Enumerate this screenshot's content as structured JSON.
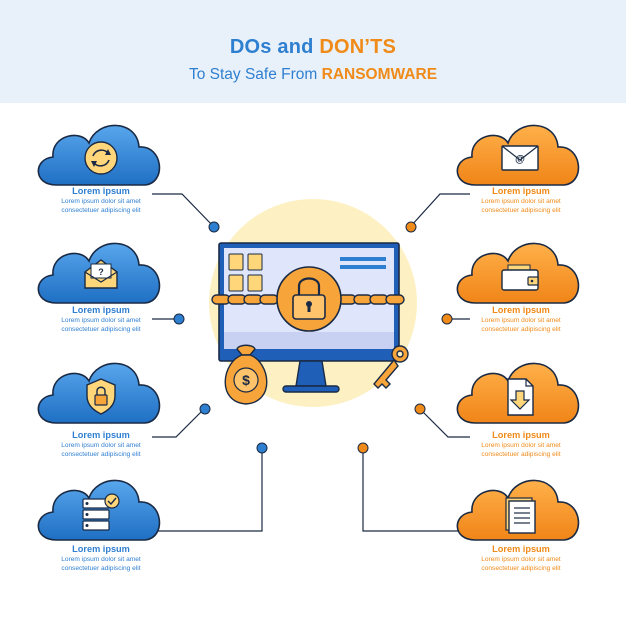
{
  "title": {
    "part1": "DOs",
    "part2": "and",
    "part3": "DON’TS"
  },
  "subtitle": {
    "lead": "To Stay Safe From",
    "emphasis": "RANSOMWARE"
  },
  "colors": {
    "do": "#2f7fd1",
    "dont": "#f08a18",
    "header_bg": "#e8f1fa",
    "spotlight": "#fdf1c4"
  },
  "dos": [
    {
      "icon": "sync-icon",
      "title": "Lorem ipsum",
      "line1": "Lorem ipsum dolor sit amet",
      "line2": "consectetuer adipiscing elit"
    },
    {
      "icon": "open-envelope-question-icon",
      "title": "Lorem ipsum",
      "line1": "Lorem ipsum dolor sit amet",
      "line2": "consectetuer adipiscing elit"
    },
    {
      "icon": "shield-lock-icon",
      "title": "Lorem ipsum",
      "line1": "Lorem ipsum dolor sit amet",
      "line2": "consectetuer adipiscing elit"
    },
    {
      "icon": "server-check-icon",
      "title": "Lorem ipsum",
      "line1": "Lorem ipsum dolor sit amet",
      "line2": "consectetuer adipiscing elit"
    }
  ],
  "donts": [
    {
      "icon": "email-envelope-icon",
      "title": "Lorem ipsum",
      "line1": "Lorem ipsum dolor sit amet",
      "line2": "consectetuer adipiscing elit"
    },
    {
      "icon": "wallet-icon",
      "title": "Lorem ipsum",
      "line1": "Lorem ipsum dolor sit amet",
      "line2": "consectetuer adipiscing elit"
    },
    {
      "icon": "download-file-icon",
      "title": "Lorem ipsum",
      "line1": "Lorem ipsum dolor sit amet",
      "line2": "consectetuer adipiscing elit"
    },
    {
      "icon": "document-icon",
      "title": "Lorem ipsum",
      "line1": "Lorem ipsum dolor sit amet",
      "line2": "consectetuer adipiscing elit"
    }
  ],
  "center": {
    "money_bag_symbol": "$",
    "icons": [
      "computer-monitor-icon",
      "padlock-icon",
      "chain-icon",
      "money-bag-icon",
      "key-icon"
    ]
  }
}
